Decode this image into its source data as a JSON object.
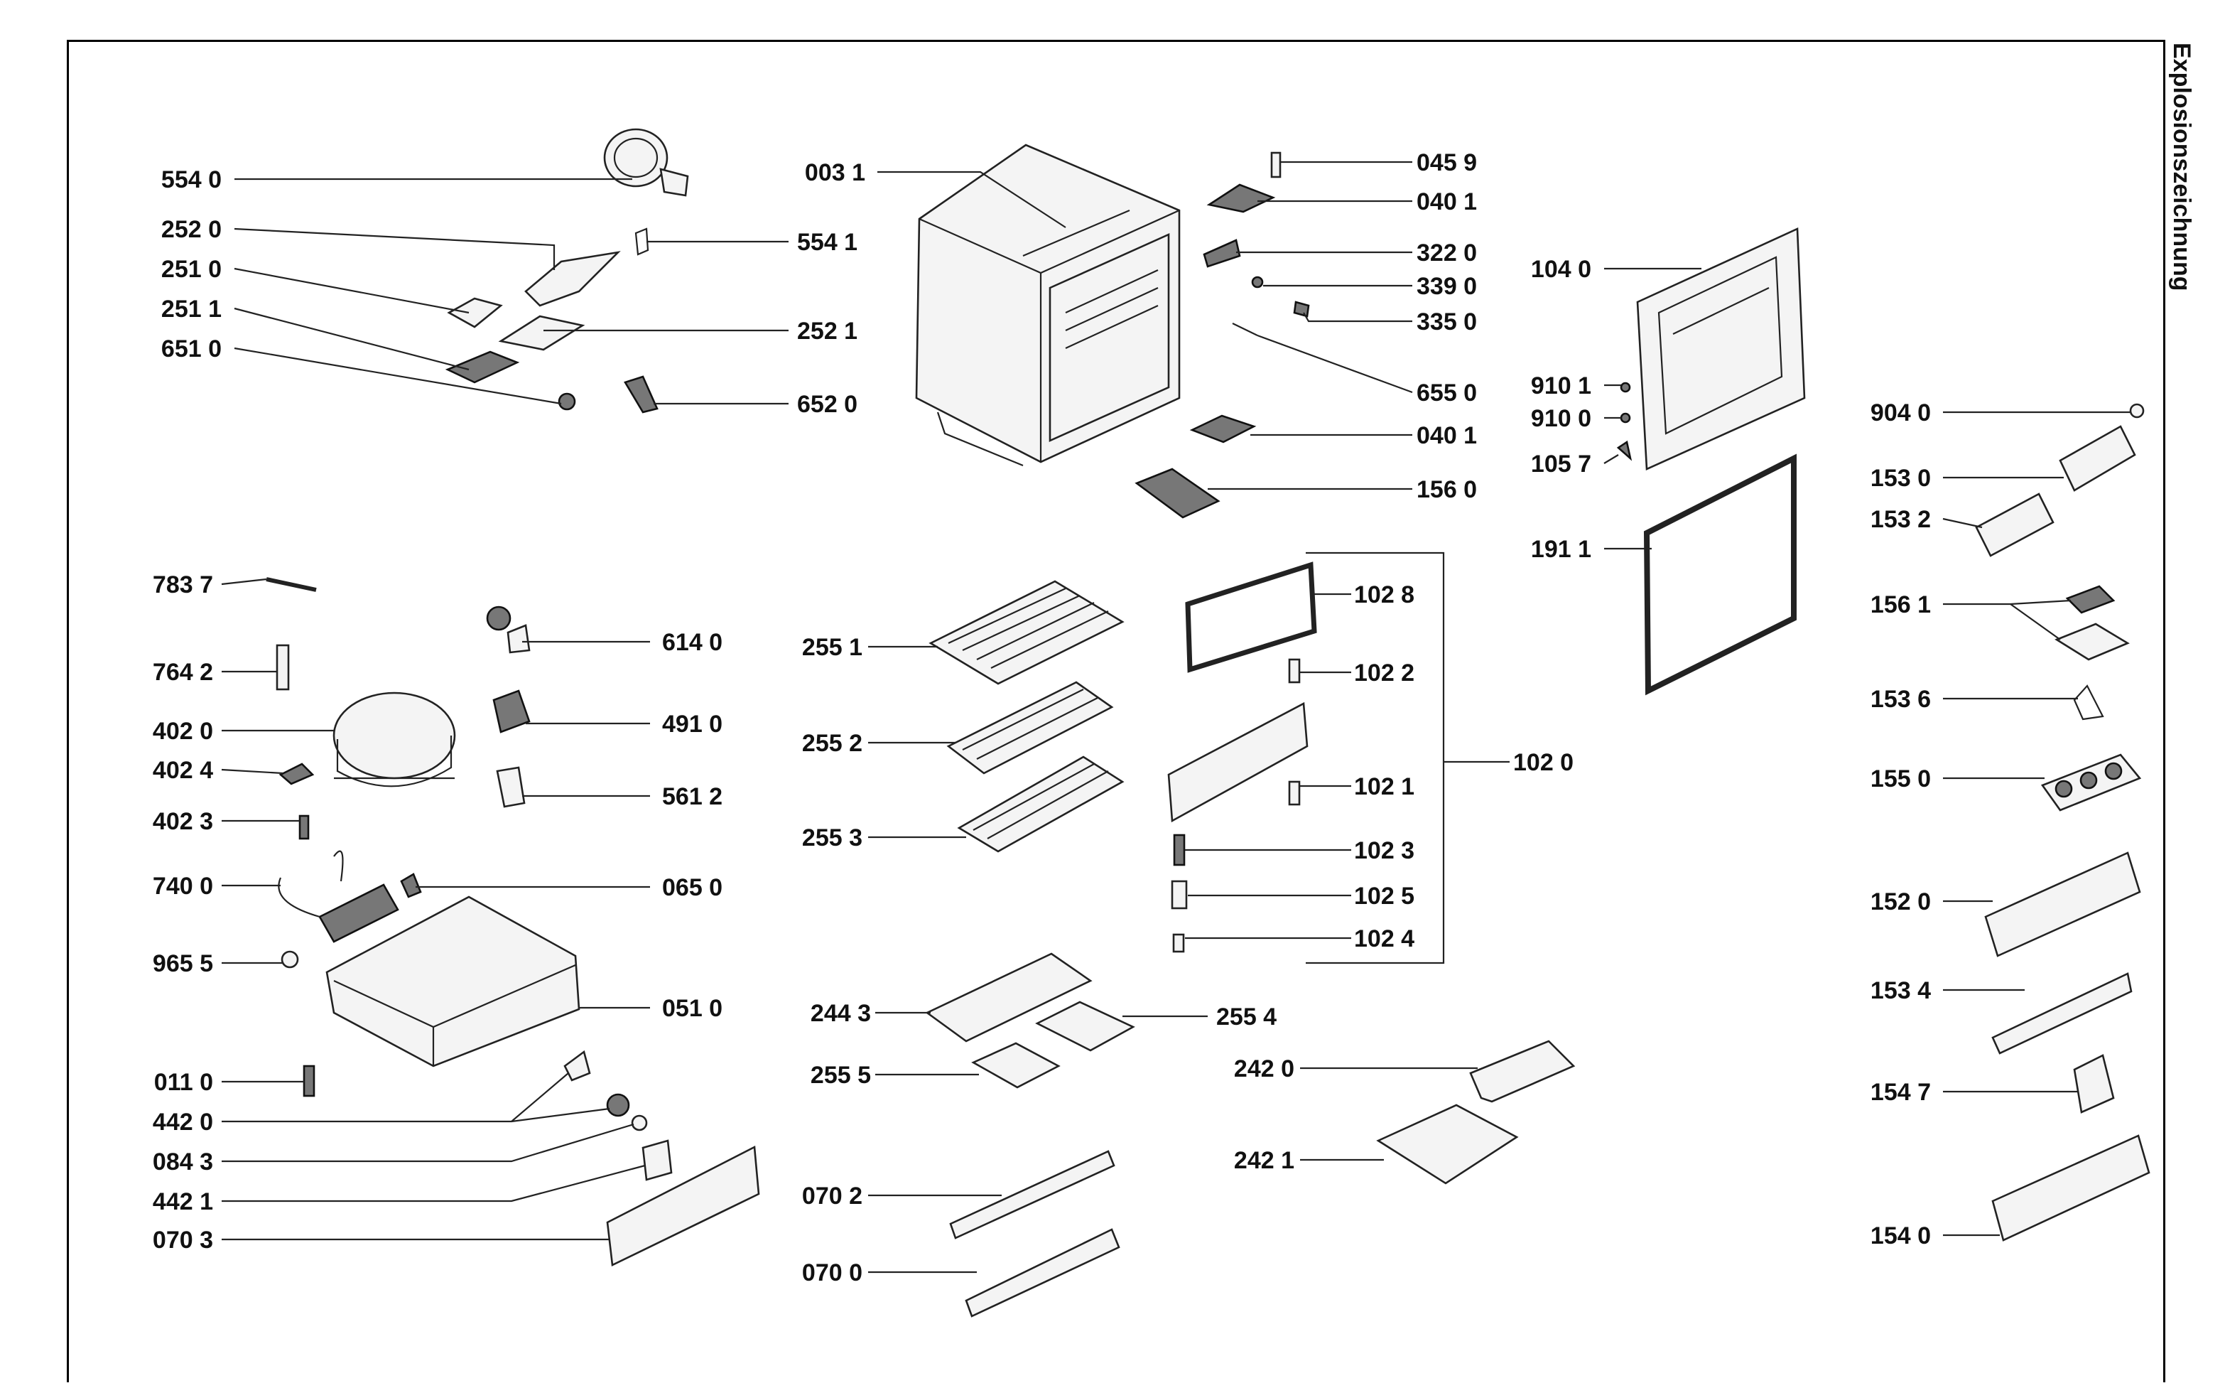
{
  "title": "Explosionszeichnung",
  "labels": {
    "l5540": "554 0",
    "l2520": "252 0",
    "l2510": "251 0",
    "l2511": "251 1",
    "l6510": "651 0",
    "l0031": "003 1",
    "l5541": "554 1",
    "l2521": "252 1",
    "l6520": "652 0",
    "l0459": "045 9",
    "l0401a": "040 1",
    "l3220": "322 0",
    "l3390": "339 0",
    "l3350": "335 0",
    "l6550": "655 0",
    "l0401b": "040 1",
    "l1560": "156 0",
    "l1040": "104 0",
    "l9101": "910 1",
    "l9100": "910 0",
    "l1057": "105 7",
    "l1911": "191 1",
    "l9040": "904 0",
    "l1530": "153 0",
    "l1532": "153 2",
    "l1561": "156 1",
    "l1536": "153 6",
    "l1550": "155 0",
    "l1520": "152 0",
    "l1534": "153 4",
    "l1547": "154 7",
    "l1540": "154 0",
    "l7837": "783 7",
    "l7642": "764 2",
    "l4020": "402 0",
    "l4024": "402 4",
    "l4023": "402 3",
    "l7400": "740 0",
    "l9655": "965 5",
    "l0110": "011 0",
    "l4420": "442 0",
    "l0843": "084 3",
    "l4421": "442 1",
    "l0703": "070 3",
    "l6140": "614 0",
    "l4910": "491 0",
    "l5612": "561 2",
    "l0650": "065 0",
    "l0510": "051 0",
    "l2551": "255 1",
    "l2552": "255 2",
    "l2553": "255 3",
    "l2443": "244 3",
    "l2554": "255 4",
    "l2555": "255 5",
    "l0702": "070 2",
    "l0700": "070 0",
    "l1028": "102 8",
    "l1022": "102 2",
    "l1021": "102 1",
    "l1023": "102 3",
    "l1025": "102 5",
    "l1024": "102 4",
    "l1020": "102 0",
    "l2420": "242 0",
    "l2421": "242 1"
  }
}
